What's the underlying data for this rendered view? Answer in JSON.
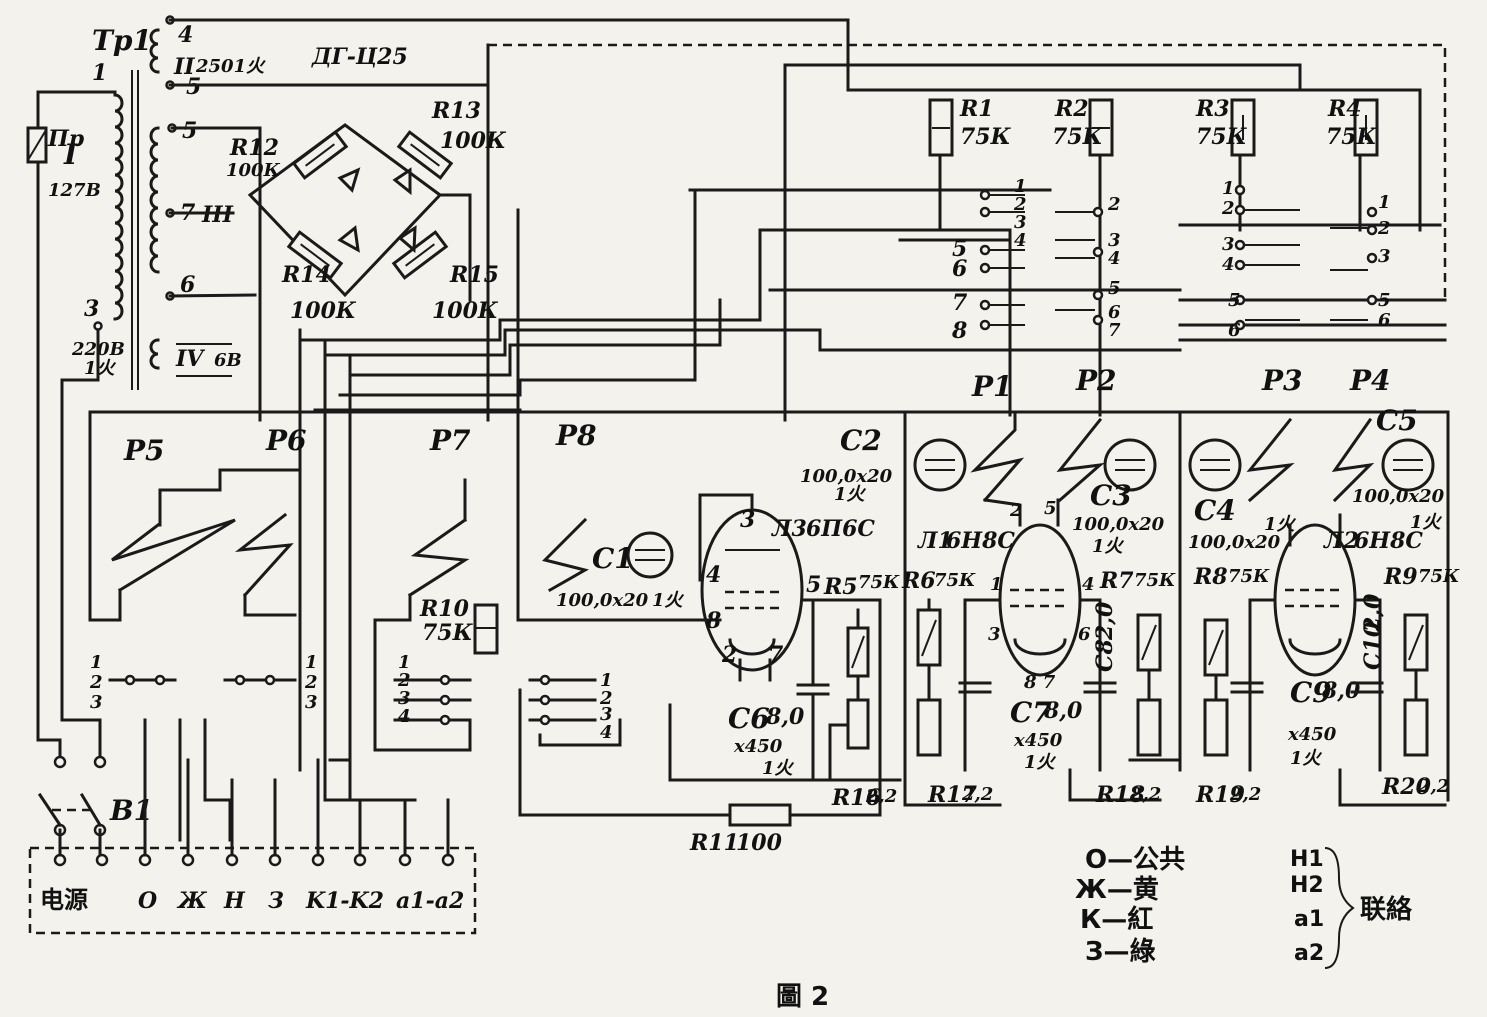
{
  "transformer": {
    "name": "Тр1",
    "winding_2": "II",
    "winding_2_spec": "2501火",
    "winding_1": "I",
    "winding_1_voltage": "127В",
    "winding_3": "III",
    "winding_4": "IV",
    "winding_4_spec": "6В",
    "mains_220": "220В",
    "mains_220_note": "1火",
    "taps": [
      "4",
      "5",
      "1",
      "5",
      "7",
      "6",
      "3"
    ]
  },
  "fuse": "Пр",
  "rectifier": {
    "diode_label": "ДГ-Ц25",
    "r12": "R12",
    "r12_val": "100К",
    "r13": "R13",
    "r13_val": "100К",
    "r14": "R14",
    "r14_val": "100К",
    "r15": "R15",
    "r15_val": "100К"
  },
  "relays": {
    "p1": "P1",
    "p2": "P2",
    "p3": "P3",
    "p4": "P4",
    "p5": "P5",
    "p6": "P6",
    "p7": "P7",
    "p8": "P8"
  },
  "resistors": {
    "r1": "R1",
    "r1_val": "75К",
    "r2": "R2",
    "r2_val": "75К",
    "r3": "R3",
    "r3_val": "75К",
    "r4": "R4",
    "r4_val": "75К",
    "r5": "R5",
    "r5_val": "75К",
    "r6": "R6",
    "r6_val": "75К",
    "r7": "R7",
    "r7_val": "75К",
    "r8": "R8",
    "r8_val": "75К",
    "r9": "R9",
    "r9_val": "75К",
    "r10": "R10",
    "r10_val": "75К",
    "r11": "R11",
    "r11_val": "100",
    "r16": "R16",
    "r16_val": "2,2",
    "r17": "R17",
    "r17_val": "2,2",
    "r18": "R18",
    "r18_val": "2,2",
    "r19": "R19",
    "r19_val": "2,2",
    "r20": "R20",
    "r20_val": "2,2"
  },
  "capacitors": {
    "c1": "C1",
    "c1_val": "100,0x20",
    "c1_note": "1火",
    "c2": "C2",
    "c2_val": "100,0x20",
    "c2_note": "1火",
    "c3": "C3",
    "c3_val": "100,0x20",
    "c3_note": "1火",
    "c4": "C4",
    "c4_val": "100,0x20",
    "c4_note": "1火",
    "c5": "C5",
    "c5_val": "100,0x20",
    "c5_note": "1火",
    "c6": "C6",
    "c6_val": "8,0",
    "c6_rating": "x450",
    "c6_note": "1火",
    "c7": "C7",
    "c7_val": "8,0",
    "c7_rating": "x450",
    "c7_note": "1火",
    "c8": "C8",
    "c8_val": "2,0",
    "c9": "C9",
    "c9_val": "8,0",
    "c9_rating": "x450",
    "c9_note": "1火",
    "c10": "C10",
    "c10_val": "2,0"
  },
  "tubes": {
    "l1": "Л1",
    "l1_type": "6Н8С",
    "l2": "Л2",
    "l2_type": "6Н8С",
    "l3": "Л3",
    "l3_type": "6П6С"
  },
  "switch": "B1",
  "terminal_labels": [
    "电源",
    "О",
    "Ж",
    "Н",
    "З",
    "K1-K2",
    "a1-a2"
  ],
  "legend": {
    "items": [
      "О—公共",
      "Ж—黄",
      "К—紅",
      "З—綠"
    ],
    "codes": [
      "H1",
      "H2",
      "a1",
      "a2"
    ],
    "bracket_label": "联絡"
  },
  "figure_caption": "圖 2"
}
